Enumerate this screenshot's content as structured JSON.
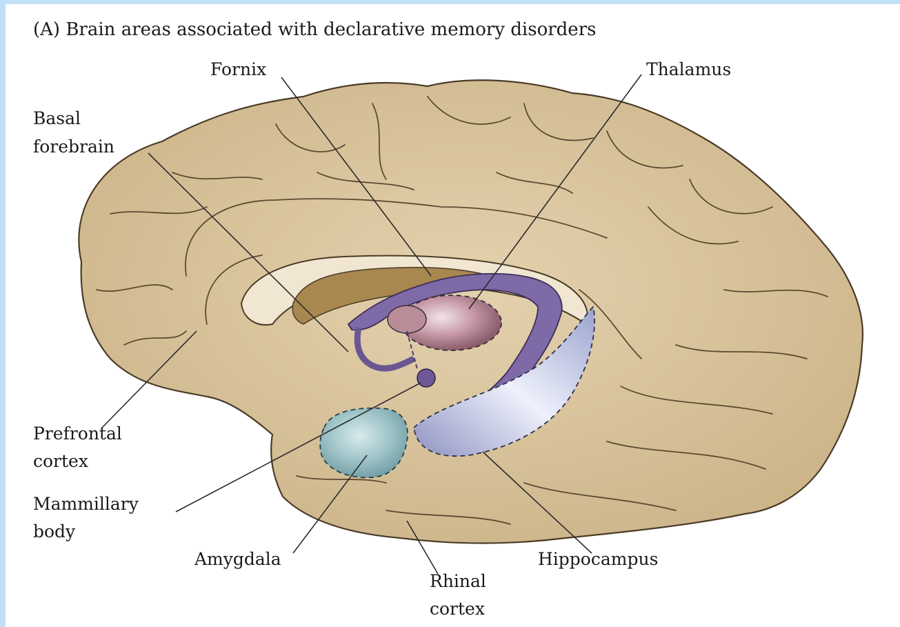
{
  "figure": {
    "title": "(A) Brain areas associated with declarative memory disorders",
    "labels": {
      "fornix": "Fornix",
      "thalamus": "Thalamus",
      "basal_forebrain": [
        "Basal",
        "forebrain"
      ],
      "prefrontal_cortex": [
        "Prefrontal",
        "cortex"
      ],
      "mammillary_body": [
        "Mammillary",
        "body"
      ],
      "amygdala": "Amygdala",
      "rhinal_cortex": [
        "Rhinal",
        "cortex"
      ],
      "hippocampus": "Hippocampus"
    }
  },
  "colors": {
    "frame": "#bfe0f7",
    "brain": "#dcc8a2",
    "brain_dark": "#b99c6c",
    "fornix": "#7e6aa6",
    "thalamus": "#b88a96",
    "amygdala": "#8fb3b7",
    "hippocampus": "#a7aed0"
  }
}
